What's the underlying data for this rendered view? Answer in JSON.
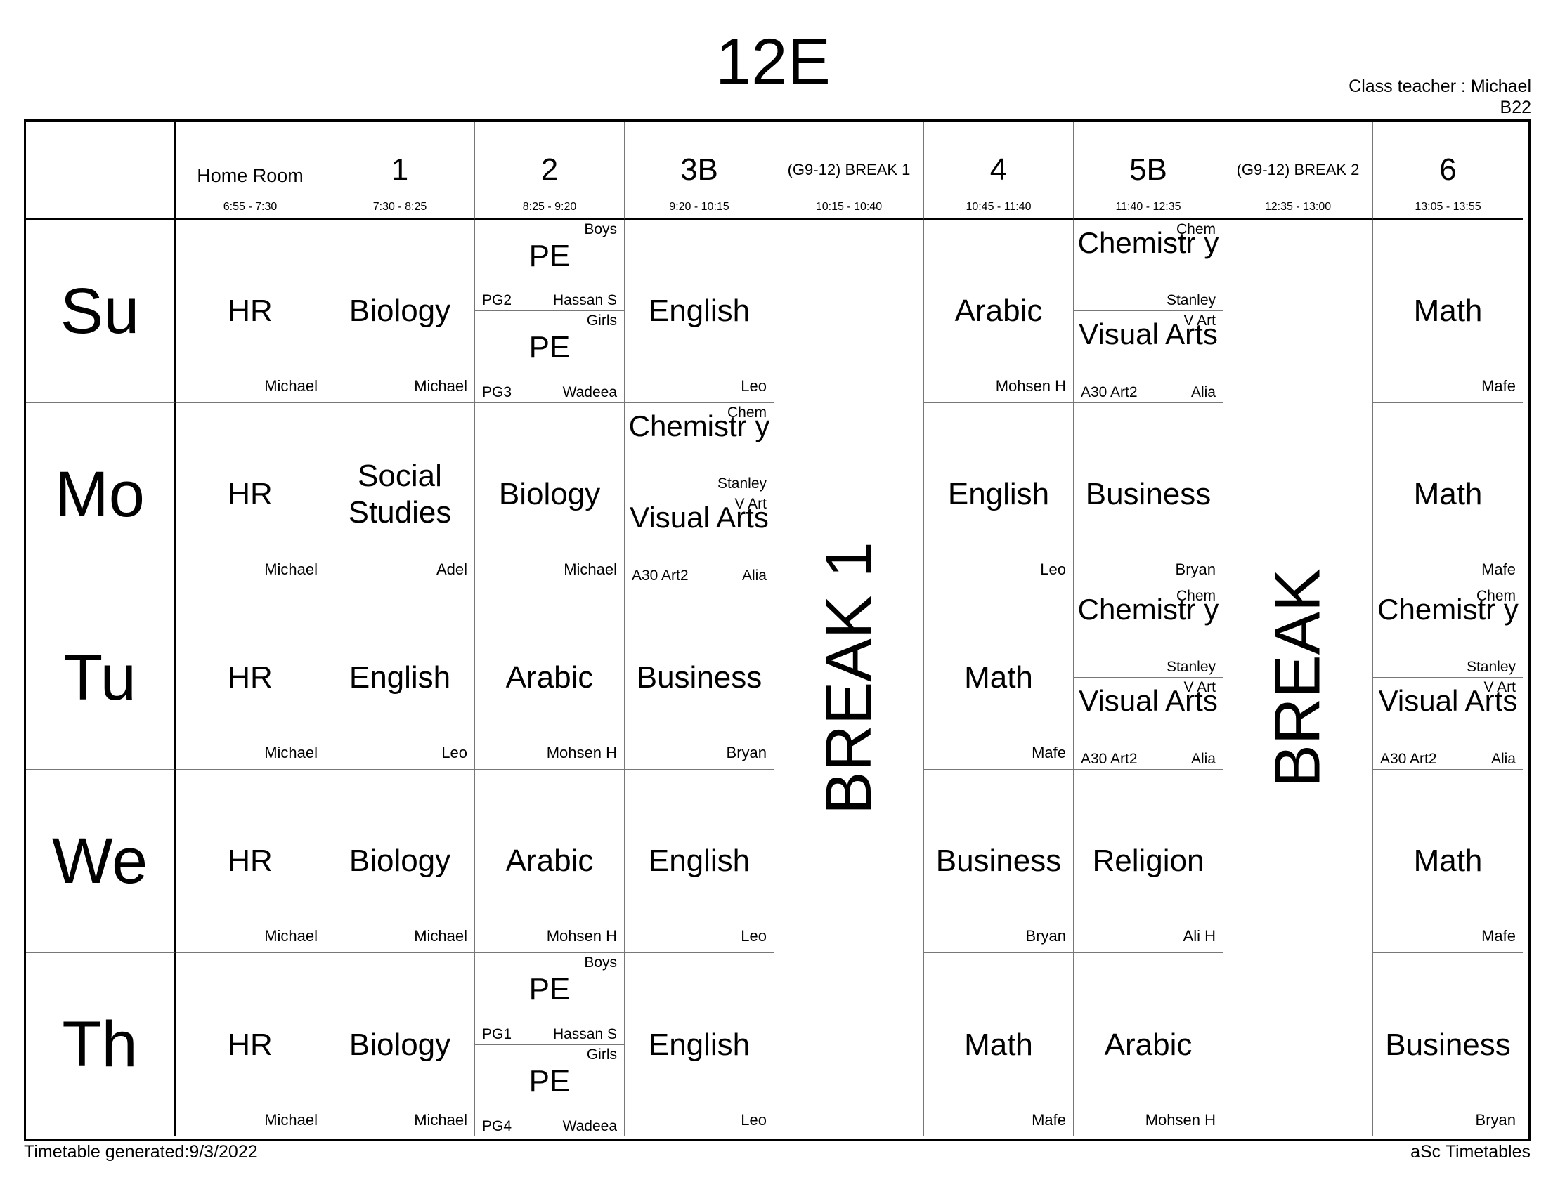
{
  "title": "12E",
  "class_teacher": "Class teacher : Michael",
  "room": "B22",
  "periods": [
    {
      "name": "Home Room",
      "time": "6:55 - 7:30"
    },
    {
      "name": "1",
      "time": "7:30 - 8:25"
    },
    {
      "name": "2",
      "time": "8:25 - 9:20"
    },
    {
      "name": "3B",
      "time": "9:20 - 10:15"
    },
    {
      "name": "(G9-12) BREAK 1",
      "time": "10:15 - 10:40"
    },
    {
      "name": "4",
      "time": "10:45 - 11:40"
    },
    {
      "name": "5B",
      "time": "11:40 - 12:35"
    },
    {
      "name": "(G9-12) BREAK 2",
      "time": "12:35 - 13:00"
    },
    {
      "name": "6",
      "time": "13:05 - 13:55"
    }
  ],
  "breaks": {
    "break1": "BREAK 1",
    "break2": "BREAK"
  },
  "days": [
    {
      "name": "Su",
      "cells": [
        {
          "subject": "HR",
          "teacher": "Michael"
        },
        {
          "subject": "Biology",
          "teacher": "Michael"
        },
        {
          "split": [
            {
              "subject": "PE",
              "group": "Boys",
              "room": "PG2",
              "teacher": "Hassan S"
            },
            {
              "subject": "PE",
              "group": "Girls",
              "room": "PG3",
              "teacher": "Wadeea"
            }
          ]
        },
        {
          "subject": "English",
          "teacher": "Leo"
        },
        {
          "subject": "Arabic",
          "teacher": "Mohsen H"
        },
        {
          "split": [
            {
              "subject": "Chemistr y",
              "group": "Chem",
              "room": "",
              "teacher": "Stanley"
            },
            {
              "subject": "Visual Arts",
              "group": "V Art",
              "room": "A30 Art2",
              "teacher": "Alia"
            }
          ]
        },
        {
          "subject": "Math",
          "teacher": "Mafe"
        }
      ]
    },
    {
      "name": "Mo",
      "cells": [
        {
          "subject": "HR",
          "teacher": "Michael"
        },
        {
          "subject": "Social Studies",
          "teacher": "Adel"
        },
        {
          "subject": "Biology",
          "teacher": "Michael"
        },
        {
          "split": [
            {
              "subject": "Chemistr y",
              "group": "Chem",
              "room": "",
              "teacher": "Stanley"
            },
            {
              "subject": "Visual Arts",
              "group": "V Art",
              "room": "A30 Art2",
              "teacher": "Alia"
            }
          ]
        },
        {
          "subject": "English",
          "teacher": "Leo"
        },
        {
          "subject": "Business",
          "teacher": "Bryan"
        },
        {
          "subject": "Math",
          "teacher": "Mafe"
        }
      ]
    },
    {
      "name": "Tu",
      "cells": [
        {
          "subject": "HR",
          "teacher": "Michael"
        },
        {
          "subject": "English",
          "teacher": "Leo"
        },
        {
          "subject": "Arabic",
          "teacher": "Mohsen H"
        },
        {
          "subject": "Business",
          "teacher": "Bryan"
        },
        {
          "subject": "Math",
          "teacher": "Mafe"
        },
        {
          "split": [
            {
              "subject": "Chemistr y",
              "group": "Chem",
              "room": "",
              "teacher": "Stanley"
            },
            {
              "subject": "Visual Arts",
              "group": "V Art",
              "room": "A30 Art2",
              "teacher": "Alia"
            }
          ]
        },
        {
          "split": [
            {
              "subject": "Chemistr y",
              "group": "Chem",
              "room": "",
              "teacher": "Stanley"
            },
            {
              "subject": "Visual Arts",
              "group": "V Art",
              "room": "A30 Art2",
              "teacher": "Alia"
            }
          ]
        }
      ]
    },
    {
      "name": "We",
      "cells": [
        {
          "subject": "HR",
          "teacher": "Michael"
        },
        {
          "subject": "Biology",
          "teacher": "Michael"
        },
        {
          "subject": "Arabic",
          "teacher": "Mohsen H"
        },
        {
          "subject": "English",
          "teacher": "Leo"
        },
        {
          "subject": "Business",
          "teacher": "Bryan"
        },
        {
          "subject": "Religion",
          "teacher": "Ali H"
        },
        {
          "subject": "Math",
          "teacher": "Mafe"
        }
      ]
    },
    {
      "name": "Th",
      "cells": [
        {
          "subject": "HR",
          "teacher": "Michael"
        },
        {
          "subject": "Biology",
          "teacher": "Michael"
        },
        {
          "split": [
            {
              "subject": "PE",
              "group": "Boys",
              "room": "PG1",
              "teacher": "Hassan S"
            },
            {
              "subject": "PE",
              "group": "Girls",
              "room": "PG4",
              "teacher": "Wadeea"
            }
          ]
        },
        {
          "subject": "English",
          "teacher": "Leo"
        },
        {
          "subject": "Math",
          "teacher": "Mafe"
        },
        {
          "subject": "Arabic",
          "teacher": "Mohsen H"
        },
        {
          "subject": "Business",
          "teacher": "Bryan"
        }
      ]
    }
  ],
  "footer": {
    "generated": "Timetable generated:9/3/2022",
    "software": "aSc Timetables"
  }
}
